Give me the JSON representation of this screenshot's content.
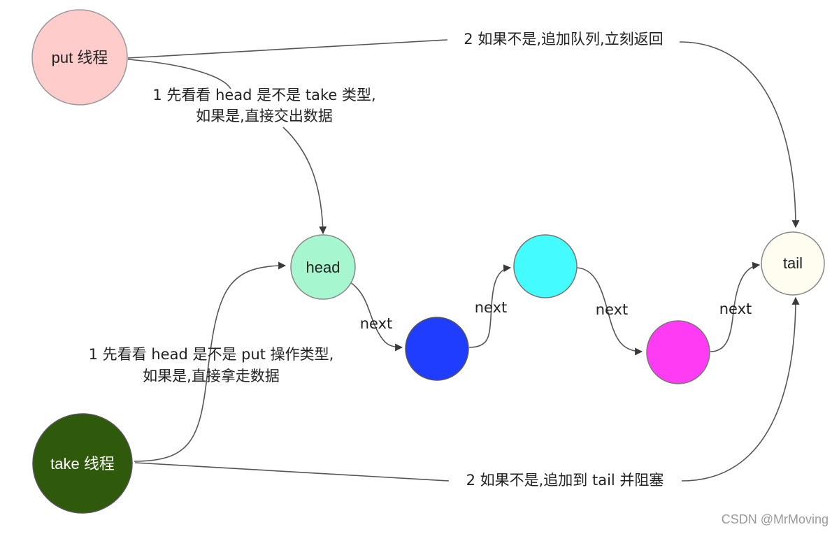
{
  "nodes": {
    "put_thread": {
      "label": "put 线程",
      "fill": "#ffcccc",
      "stroke": "#999999",
      "text_color": "#222222"
    },
    "take_thread": {
      "label": "take 线程",
      "fill": "#2f5a0c",
      "stroke": "#555555",
      "text_color": "#ffffff"
    },
    "head": {
      "label": "head",
      "fill": "#a6f7d0",
      "stroke": "#888888",
      "text_color": "#222222"
    },
    "blue": {
      "label": "",
      "fill": "#1f3dff",
      "stroke": "#555555"
    },
    "cyan": {
      "label": "",
      "fill": "#44fbff",
      "stroke": "#777777"
    },
    "magenta": {
      "label": "",
      "fill": "#ff3cf4",
      "stroke": "#777777"
    },
    "tail": {
      "label": "tail",
      "fill": "#fefdf0",
      "stroke": "#888888",
      "text_color": "#222222"
    }
  },
  "edges": {
    "put_to_head": {
      "line1": "1 先看看 head 是不是 take 类型,",
      "line2": "如果是,直接交出数据"
    },
    "put_to_tail": {
      "label": "2 如果不是,追加队列,立刻返回"
    },
    "take_to_head": {
      "line1": "1 先看看 head 是不是 put 操作类型,",
      "line2": "如果是,直接拿走数据"
    },
    "take_to_tail": {
      "label": "2 如果不是,追加到 tail 并阻塞"
    },
    "next_1": {
      "label": "next"
    },
    "next_2": {
      "label": "next"
    },
    "next_3": {
      "label": "next"
    },
    "next_4": {
      "label": "next"
    }
  },
  "watermark": "CSDN @MrMoving",
  "colors": {
    "edge": "#555555",
    "text": "#222222"
  }
}
